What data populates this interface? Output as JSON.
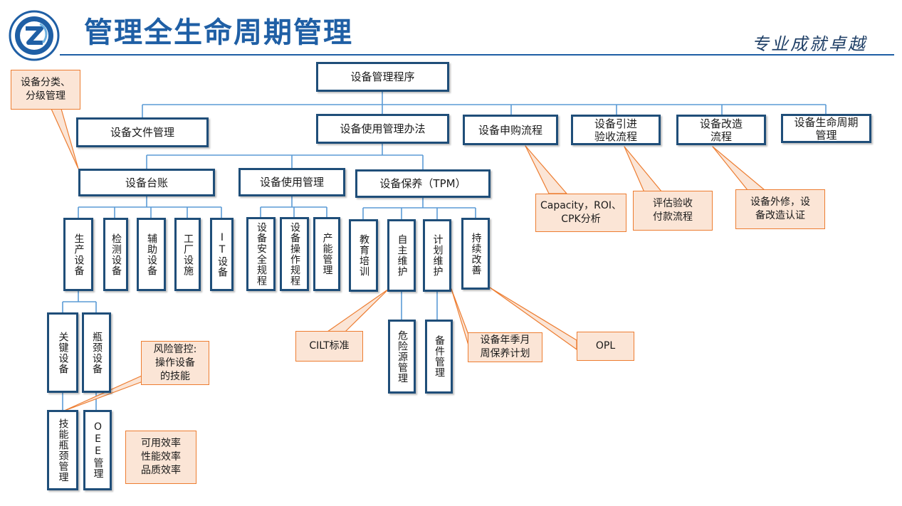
{
  "header": {
    "title": "管理全生命周期管理",
    "slogan": "专业成就卓越",
    "logo_alt": "中静咨询",
    "brand_color": "#1f5fa5"
  },
  "colors": {
    "box_border": "#1f4e79",
    "connector": "#5b9bd5",
    "callout_fill": "#fbe5d6",
    "callout_border": "#ed7d31"
  },
  "root": "设备管理程序",
  "level1": {
    "file_mgmt": "设备文件管理",
    "usage_method": "设备使用管理办法",
    "purchase": "设备申购流程",
    "acceptance": "设备引进\n验收流程",
    "modification": "设备改造\n流程",
    "lifecycle": "设备生命周期\n管理"
  },
  "level2": {
    "ledger": "设备台账",
    "usage_mgmt": "设备使用管理",
    "tpm": "设备保养（TPM）"
  },
  "ledger_children": [
    "生产设备",
    "检测设备",
    "辅助设备",
    "工厂设施",
    "IT设备"
  ],
  "usage_children": [
    "设备安全规程",
    "设备操作规程",
    "产能管理"
  ],
  "tpm_children": [
    "教育培训",
    "自主维护",
    "计划维护",
    "持续改善"
  ],
  "production_children": [
    "关键设备",
    "瓶颈设备"
  ],
  "production_sub": [
    "技能瓶颈管理",
    "OEE管理"
  ],
  "autonomous_child": "危险源管理",
  "planned_child": "备件管理",
  "callouts": {
    "classify": "设备分类、\n分级管理",
    "capacity": "Capacity，ROI、\nCPK分析",
    "acceptance_note": "评估验收\n付款流程",
    "modification_note": "设备外修，设\n备改造认证",
    "risk": "风险管控:\n操作设备\n的技能",
    "cilt": "CILT标准",
    "plan": "设备年季月\n周保养计划",
    "opl": "OPL",
    "oee": "可用效率\n性能效率\n品质效率"
  }
}
